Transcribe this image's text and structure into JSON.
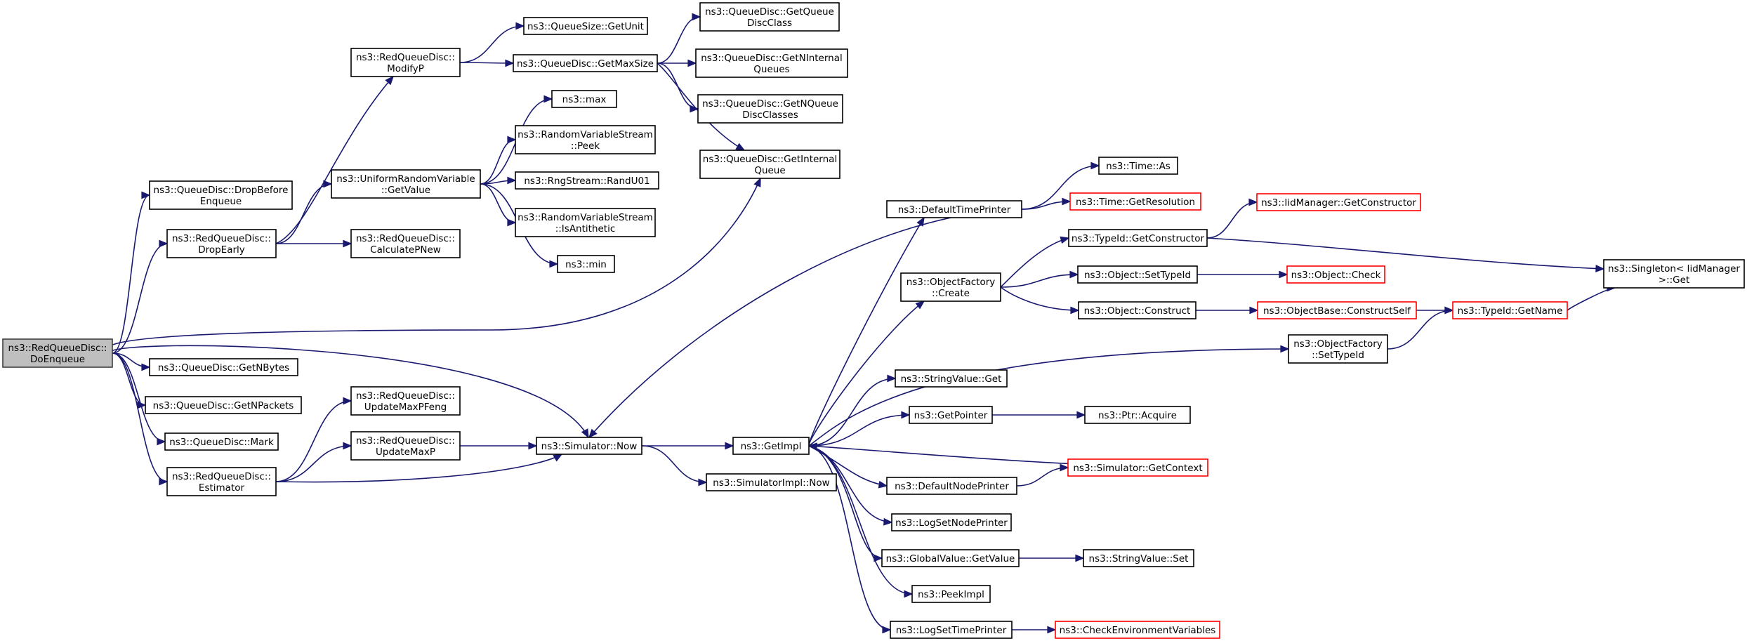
{
  "graph": {
    "title": "",
    "colors": {
      "edge": "#191970",
      "node_border": "#000000",
      "missing_border": "#ff0000",
      "root_fill": "#bfbfbf"
    },
    "nodes": [
      {
        "id": "doenqueue",
        "lines": [
          "ns3::RedQueueDisc::",
          "DoEnqueue"
        ],
        "style": "root"
      },
      {
        "id": "dropbefore",
        "lines": [
          "ns3::QueueDisc::DropBefore",
          "Enqueue"
        ],
        "style": "normal"
      },
      {
        "id": "dropearly",
        "lines": [
          "ns3::RedQueueDisc::",
          "DropEarly"
        ],
        "style": "normal"
      },
      {
        "id": "getnbytes",
        "lines": [
          "ns3::QueueDisc::GetNBytes"
        ],
        "style": "normal"
      },
      {
        "id": "getnpackets",
        "lines": [
          "ns3::QueueDisc::GetNPackets"
        ],
        "style": "normal"
      },
      {
        "id": "mark",
        "lines": [
          "ns3::QueueDisc::Mark"
        ],
        "style": "normal"
      },
      {
        "id": "estimator",
        "lines": [
          "ns3::RedQueueDisc::",
          "Estimator"
        ],
        "style": "normal"
      },
      {
        "id": "modifyp",
        "lines": [
          "ns3::RedQueueDisc::",
          "ModifyP"
        ],
        "style": "normal"
      },
      {
        "id": "urvgetvalue",
        "lines": [
          "ns3::UniformRandomVariable",
          "::GetValue"
        ],
        "style": "normal"
      },
      {
        "id": "calcpnew",
        "lines": [
          "ns3::RedQueueDisc::",
          "CalculatePNew"
        ],
        "style": "normal"
      },
      {
        "id": "updmaxpfeng",
        "lines": [
          "ns3::RedQueueDisc::",
          "UpdateMaxPFeng"
        ],
        "style": "normal"
      },
      {
        "id": "updmaxp",
        "lines": [
          "ns3::RedQueueDisc::",
          "UpdateMaxP"
        ],
        "style": "normal"
      },
      {
        "id": "getunit",
        "lines": [
          "ns3::QueueSize::GetUnit"
        ],
        "style": "normal"
      },
      {
        "id": "getmaxsize",
        "lines": [
          "ns3::QueueDisc::GetMaxSize"
        ],
        "style": "normal"
      },
      {
        "id": "max",
        "lines": [
          "ns3::max"
        ],
        "style": "normal"
      },
      {
        "id": "rvspeek",
        "lines": [
          "ns3::RandomVariableStream",
          "::Peek"
        ],
        "style": "normal"
      },
      {
        "id": "randu01",
        "lines": [
          "ns3::RngStream::RandU01"
        ],
        "style": "normal"
      },
      {
        "id": "isantithetic",
        "lines": [
          "ns3::RandomVariableStream",
          "::IsAntithetic"
        ],
        "style": "normal"
      },
      {
        "id": "min",
        "lines": [
          "ns3::min"
        ],
        "style": "normal"
      },
      {
        "id": "simnow",
        "lines": [
          "ns3::Simulator::Now"
        ],
        "style": "normal"
      },
      {
        "id": "getqdclass",
        "lines": [
          "ns3::QueueDisc::GetQueue",
          "DiscClass"
        ],
        "style": "normal"
      },
      {
        "id": "getninternal",
        "lines": [
          "ns3::QueueDisc::GetNInternal",
          "Queues"
        ],
        "style": "normal"
      },
      {
        "id": "getnqdclasses",
        "lines": [
          "ns3::QueueDisc::GetNQueue",
          "DiscClasses"
        ],
        "style": "normal"
      },
      {
        "id": "getinternalq",
        "lines": [
          "ns3::QueueDisc::GetInternal",
          "Queue"
        ],
        "style": "normal"
      },
      {
        "id": "getimpl",
        "lines": [
          "ns3::GetImpl"
        ],
        "style": "normal"
      },
      {
        "id": "simimplnow",
        "lines": [
          "ns3::SimulatorImpl::Now"
        ],
        "style": "normal"
      },
      {
        "id": "deftimeprinter",
        "lines": [
          "ns3::DefaultTimePrinter"
        ],
        "style": "normal"
      },
      {
        "id": "objfactcreate",
        "lines": [
          "ns3::ObjectFactory",
          "::Create"
        ],
        "style": "normal"
      },
      {
        "id": "strvalget",
        "lines": [
          "ns3::StringValue::Get"
        ],
        "style": "normal"
      },
      {
        "id": "getpointer",
        "lines": [
          "ns3::GetPointer"
        ],
        "style": "normal"
      },
      {
        "id": "defnodeprinter",
        "lines": [
          "ns3::DefaultNodePrinter"
        ],
        "style": "normal"
      },
      {
        "id": "logsetnodeprinter",
        "lines": [
          "ns3::LogSetNodePrinter"
        ],
        "style": "normal"
      },
      {
        "id": "globalgetvalue",
        "lines": [
          "ns3::GlobalValue::GetValue"
        ],
        "style": "normal"
      },
      {
        "id": "peekimpl",
        "lines": [
          "ns3::PeekImpl"
        ],
        "style": "normal"
      },
      {
        "id": "logsettimeprinter",
        "lines": [
          "ns3::LogSetTimePrinter"
        ],
        "style": "normal"
      },
      {
        "id": "timeas",
        "lines": [
          "ns3::Time::As"
        ],
        "style": "normal"
      },
      {
        "id": "timegetres",
        "lines": [
          "ns3::Time::GetResolution"
        ],
        "style": "red"
      },
      {
        "id": "typeidgetctor",
        "lines": [
          "ns3::TypeId::GetConstructor"
        ],
        "style": "normal"
      },
      {
        "id": "objsettypeid",
        "lines": [
          "ns3::Object::SetTypeId"
        ],
        "style": "normal"
      },
      {
        "id": "objconstruct",
        "lines": [
          "ns3::Object::Construct"
        ],
        "style": "normal"
      },
      {
        "id": "objfactsettypeid",
        "lines": [
          "ns3::ObjectFactory",
          "::SetTypeId"
        ],
        "style": "normal"
      },
      {
        "id": "ptracquire",
        "lines": [
          "ns3::Ptr::Acquire"
        ],
        "style": "normal"
      },
      {
        "id": "simgetcontext",
        "lines": [
          "ns3::Simulator::GetContext"
        ],
        "style": "red"
      },
      {
        "id": "strvalset",
        "lines": [
          "ns3::StringValue::Set"
        ],
        "style": "normal"
      },
      {
        "id": "checkenv",
        "lines": [
          "ns3::CheckEnvironmentVariables"
        ],
        "style": "red"
      },
      {
        "id": "iidgetctor",
        "lines": [
          "ns3::IidManager::GetConstructor"
        ],
        "style": "red"
      },
      {
        "id": "objcheck",
        "lines": [
          "ns3::Object::Check"
        ],
        "style": "red"
      },
      {
        "id": "objbaseconstructself",
        "lines": [
          "ns3::ObjectBase::ConstructSelf"
        ],
        "style": "red"
      },
      {
        "id": "typeidgetname",
        "lines": [
          "ns3::TypeId::GetName"
        ],
        "style": "red"
      },
      {
        "id": "singletonget",
        "lines": [
          "ns3::Singleton< IidManager",
          " >::Get"
        ],
        "style": "normal"
      }
    ],
    "edges": [
      [
        "doenqueue",
        "dropbefore"
      ],
      [
        "doenqueue",
        "dropearly"
      ],
      [
        "doenqueue",
        "getinternalq"
      ],
      [
        "doenqueue",
        "simnow"
      ],
      [
        "doenqueue",
        "getnbytes"
      ],
      [
        "doenqueue",
        "getnpackets"
      ],
      [
        "doenqueue",
        "mark"
      ],
      [
        "doenqueue",
        "estimator"
      ],
      [
        "dropearly",
        "modifyp"
      ],
      [
        "dropearly",
        "urvgetvalue"
      ],
      [
        "dropearly",
        "calcpnew"
      ],
      [
        "estimator",
        "updmaxpfeng"
      ],
      [
        "estimator",
        "updmaxp"
      ],
      [
        "estimator",
        "simnow"
      ],
      [
        "updmaxp",
        "simnow"
      ],
      [
        "modifyp",
        "getunit"
      ],
      [
        "modifyp",
        "getmaxsize"
      ],
      [
        "urvgetvalue",
        "max"
      ],
      [
        "urvgetvalue",
        "rvspeek"
      ],
      [
        "urvgetvalue",
        "randu01"
      ],
      [
        "urvgetvalue",
        "isantithetic"
      ],
      [
        "urvgetvalue",
        "min"
      ],
      [
        "getmaxsize",
        "getqdclass"
      ],
      [
        "getmaxsize",
        "getninternal"
      ],
      [
        "getmaxsize",
        "getnqdclasses"
      ],
      [
        "getmaxsize",
        "getinternalq"
      ],
      [
        "simnow",
        "getimpl"
      ],
      [
        "simnow",
        "simimplnow"
      ],
      [
        "getimpl",
        "deftimeprinter"
      ],
      [
        "getimpl",
        "objfactcreate"
      ],
      [
        "getimpl",
        "objfactsettypeid"
      ],
      [
        "getimpl",
        "strvalget"
      ],
      [
        "getimpl",
        "getpointer"
      ],
      [
        "getimpl",
        "defnodeprinter"
      ],
      [
        "getimpl",
        "logsetnodeprinter"
      ],
      [
        "getimpl",
        "globalgetvalue"
      ],
      [
        "getimpl",
        "peekimpl"
      ],
      [
        "getimpl",
        "logsettimeprinter"
      ],
      [
        "deftimeprinter",
        "simnow"
      ],
      [
        "deftimeprinter",
        "timeas"
      ],
      [
        "deftimeprinter",
        "timegetres"
      ],
      [
        "objfactcreate",
        "typeidgetctor"
      ],
      [
        "objfactcreate",
        "objsettypeid"
      ],
      [
        "objfactcreate",
        "objconstruct"
      ],
      [
        "typeidgetctor",
        "iidgetctor"
      ],
      [
        "typeidgetctor",
        "singletonget"
      ],
      [
        "objsettypeid",
        "objcheck"
      ],
      [
        "objconstruct",
        "objbaseconstructself"
      ],
      [
        "objbaseconstructself",
        "typeidgetname"
      ],
      [
        "objfactsettypeid",
        "typeidgetname"
      ],
      [
        "typeidgetname",
        "singletonget"
      ],
      [
        "getpointer",
        "ptracquire"
      ],
      [
        "defnodeprinter",
        "simgetcontext"
      ],
      [
        "simgetcontext",
        "getimpl"
      ],
      [
        "globalgetvalue",
        "strvalset"
      ],
      [
        "logsettimeprinter",
        "checkenv"
      ]
    ]
  }
}
